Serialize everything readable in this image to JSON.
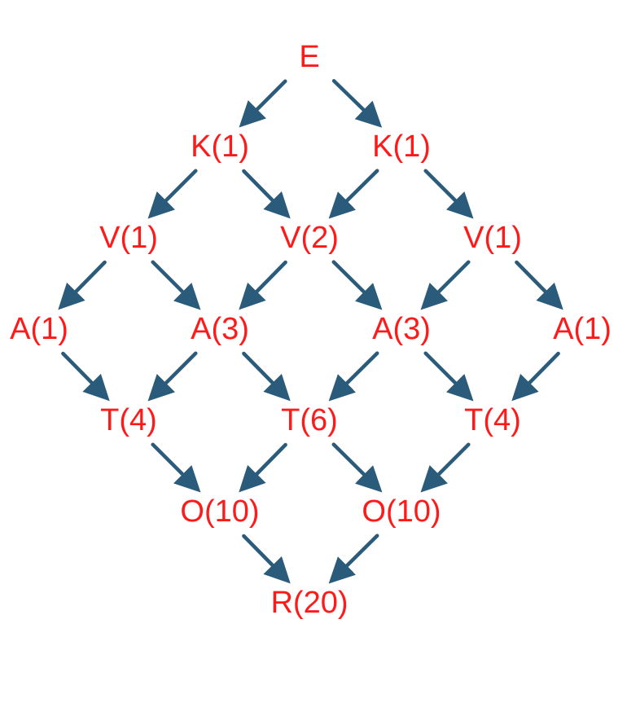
{
  "colors": {
    "label": "#ff1a1a",
    "arrow": "#2a5b7a"
  },
  "nodes": [
    {
      "id": "e",
      "label": "E"
    },
    {
      "id": "k1a",
      "label": "K(1)"
    },
    {
      "id": "k1b",
      "label": "K(1)"
    },
    {
      "id": "v1a",
      "label": "V(1)"
    },
    {
      "id": "v2",
      "label": "V(2)"
    },
    {
      "id": "v1b",
      "label": "V(1)"
    },
    {
      "id": "a1a",
      "label": "A(1)"
    },
    {
      "id": "a3a",
      "label": "A(3)"
    },
    {
      "id": "a3b",
      "label": "A(3)"
    },
    {
      "id": "a1b",
      "label": "A(1)"
    },
    {
      "id": "t4a",
      "label": "T(4)"
    },
    {
      "id": "t6",
      "label": "T(6)"
    },
    {
      "id": "t4b",
      "label": "T(4)"
    },
    {
      "id": "o10a",
      "label": "O(10)"
    },
    {
      "id": "o10b",
      "label": "O(10)"
    },
    {
      "id": "r20",
      "label": "R(20)"
    }
  ],
  "edges": [
    [
      "e",
      "k1a"
    ],
    [
      "e",
      "k1b"
    ],
    [
      "k1a",
      "v1a"
    ],
    [
      "k1a",
      "v2"
    ],
    [
      "k1b",
      "v2"
    ],
    [
      "k1b",
      "v1b"
    ],
    [
      "v1a",
      "a1a"
    ],
    [
      "v1a",
      "a3a"
    ],
    [
      "v2",
      "a3a"
    ],
    [
      "v2",
      "a3b"
    ],
    [
      "v1b",
      "a3b"
    ],
    [
      "v1b",
      "a1b"
    ],
    [
      "a1a",
      "t4a"
    ],
    [
      "a3a",
      "t4a"
    ],
    [
      "a3a",
      "t6"
    ],
    [
      "a3b",
      "t6"
    ],
    [
      "a3b",
      "t4b"
    ],
    [
      "a1b",
      "t4b"
    ],
    [
      "t4a",
      "o10a"
    ],
    [
      "t6",
      "o10a"
    ],
    [
      "t6",
      "o10b"
    ],
    [
      "t4b",
      "o10b"
    ],
    [
      "o10a",
      "r20"
    ],
    [
      "o10b",
      "r20"
    ]
  ]
}
